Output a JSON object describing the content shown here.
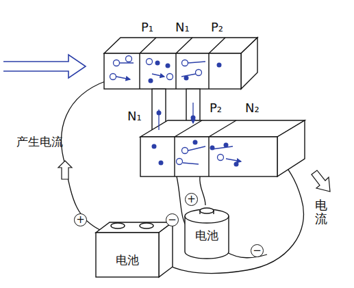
{
  "diagram": {
    "nodes": [
      {
        "text": [
          "电池"
        ]
      },
      {
        "text": [
          "电池"
        ]
      }
    ],
    "labels": [
      "P₁",
      "N₁",
      "P₂",
      "N₁",
      "P₂",
      "N₂",
      "产生电流",
      "电流",
      "+",
      "+",
      "−",
      "−"
    ]
  }
}
